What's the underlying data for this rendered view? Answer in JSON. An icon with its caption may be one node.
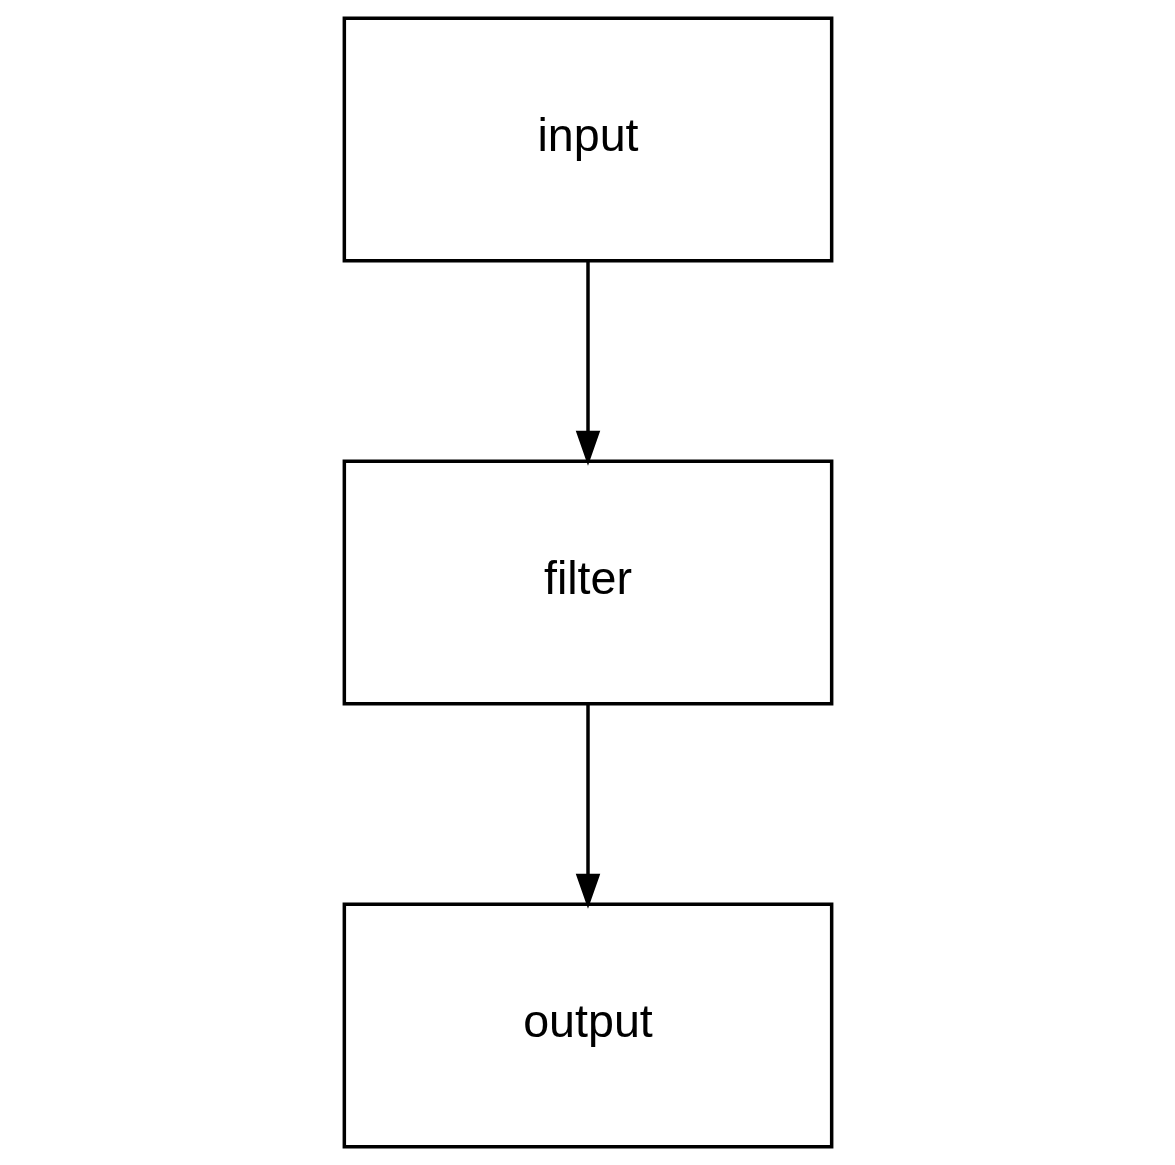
{
  "diagram": {
    "nodes": [
      {
        "text": [
          "input"
        ]
      },
      {
        "text": [
          "filter"
        ]
      },
      {
        "text": [
          "output"
        ]
      }
    ],
    "edges": [
      {
        "from": 0,
        "to": 1,
        "arrow": "to"
      },
      {
        "from": 1,
        "to": 2,
        "arrow": "to"
      }
    ]
  }
}
